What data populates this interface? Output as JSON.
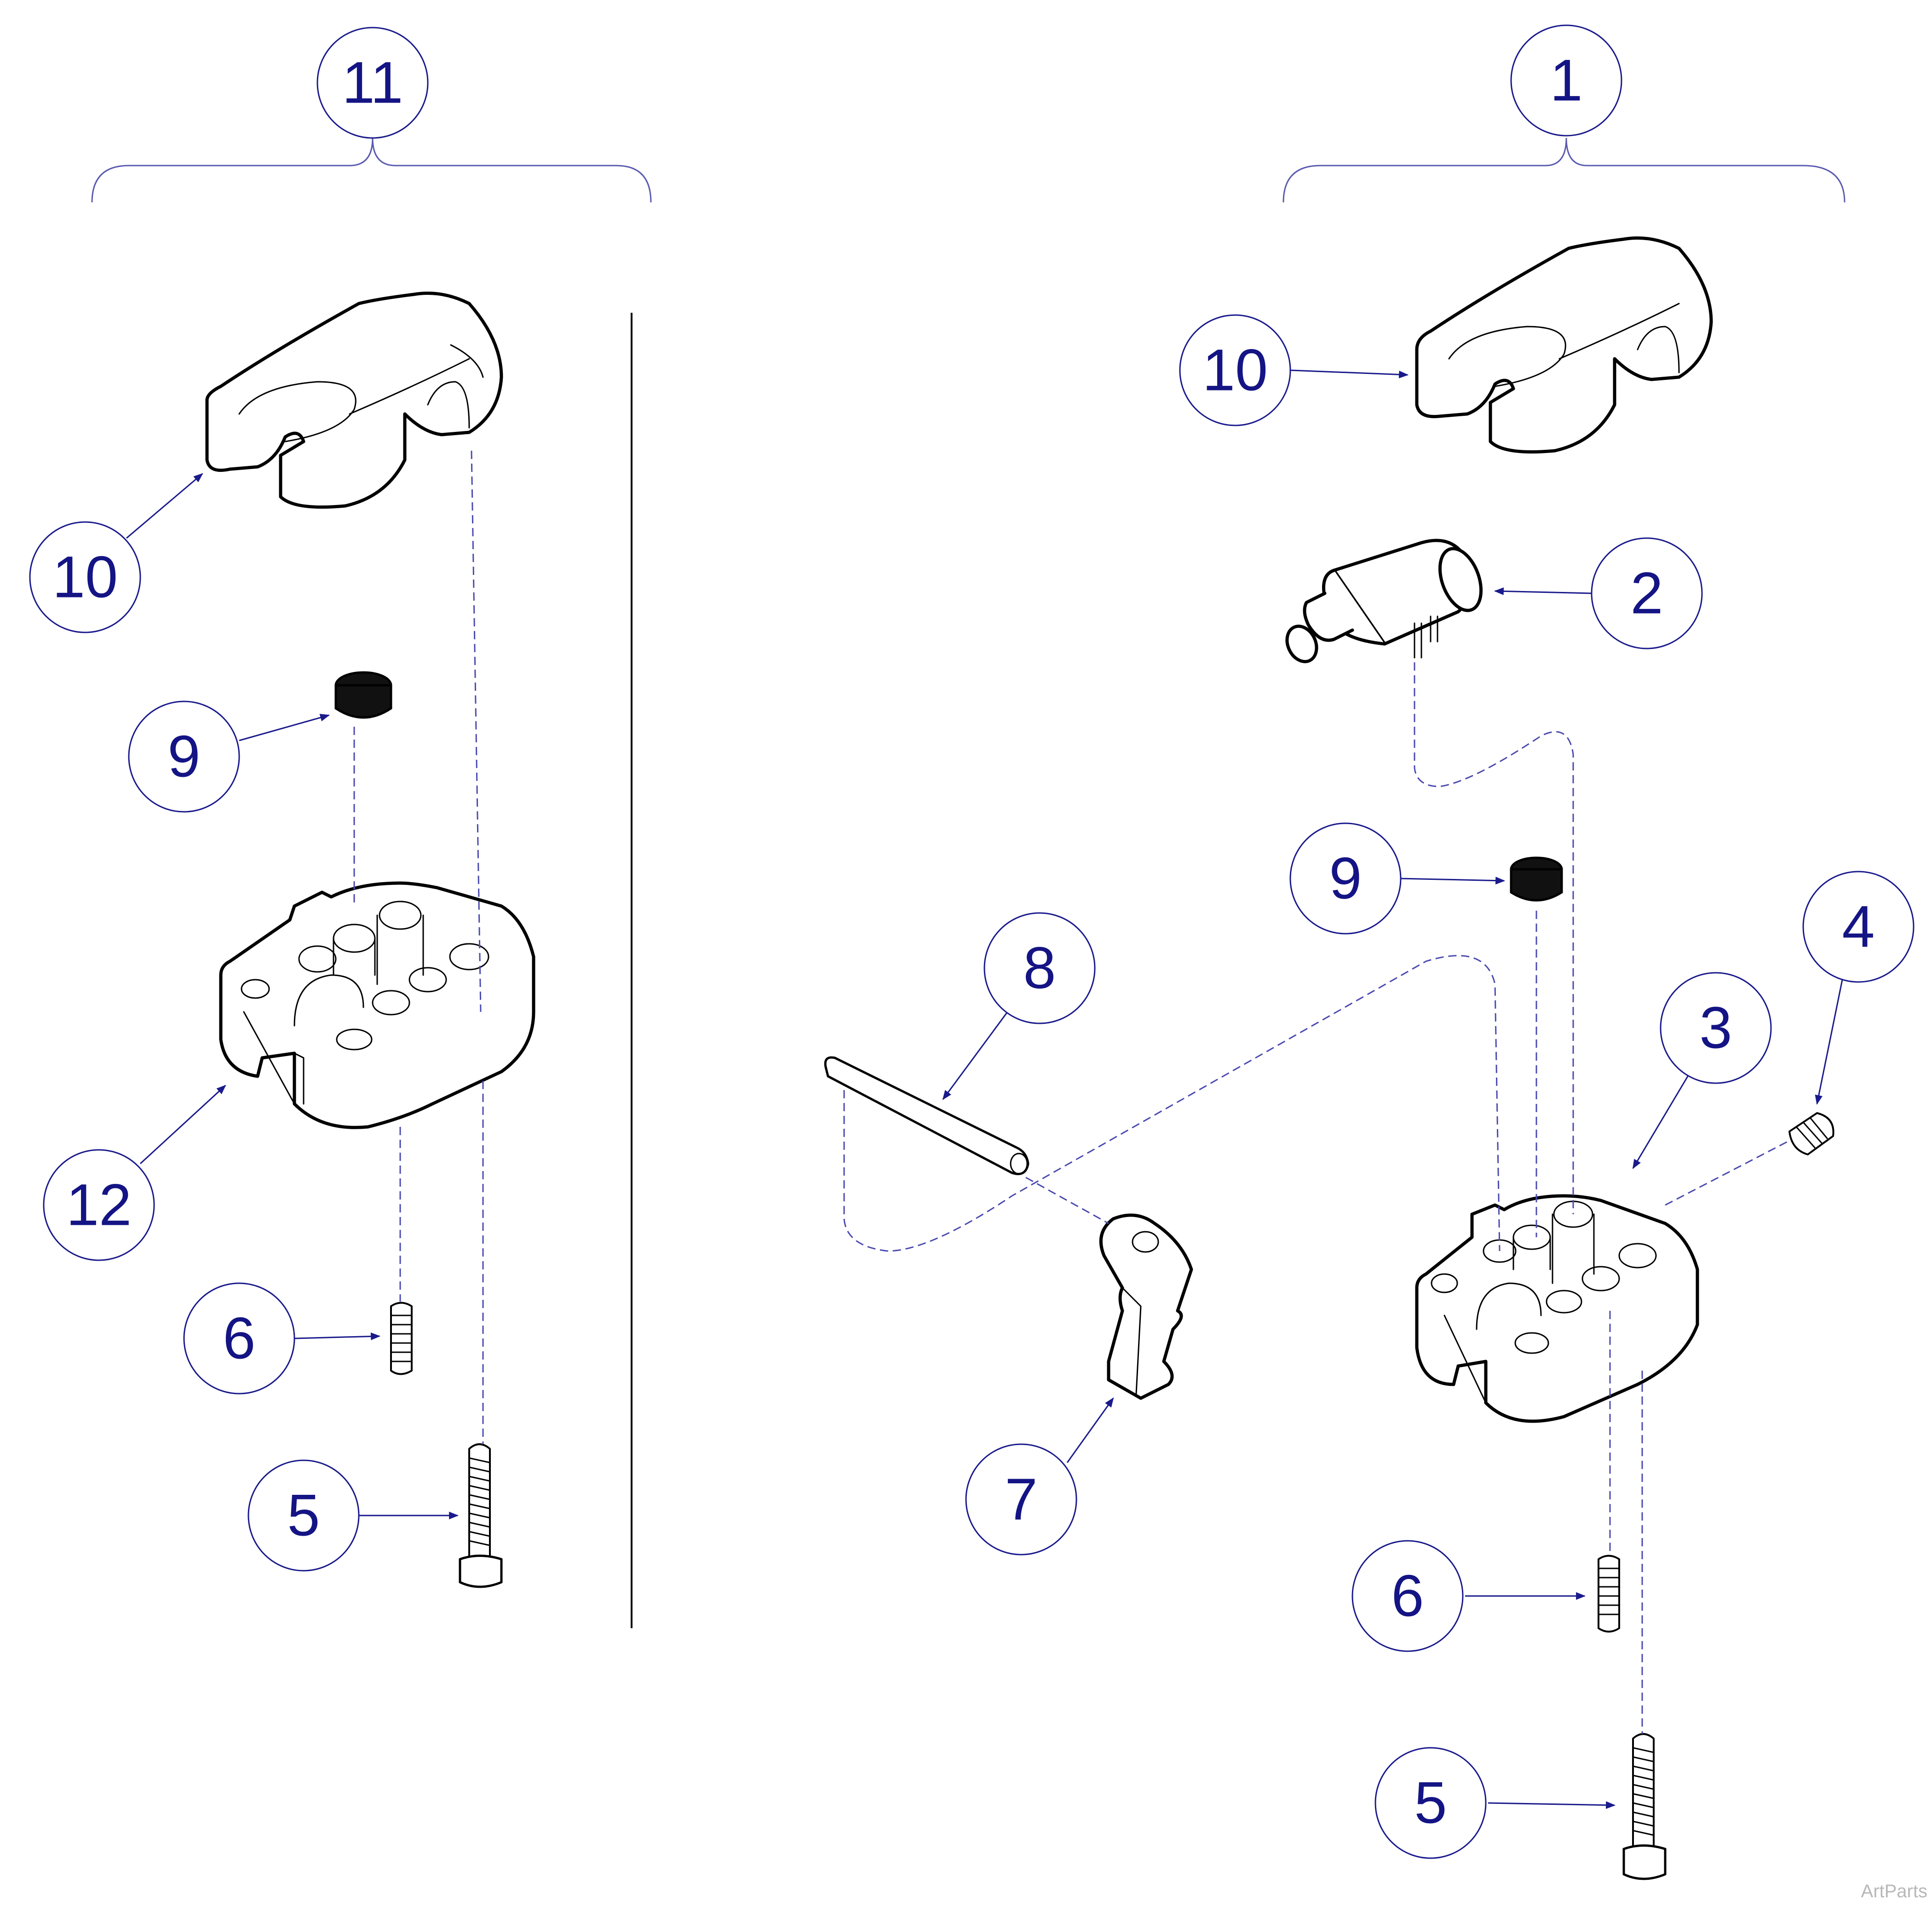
{
  "callouts": {
    "group_left": "11",
    "group_right": "1",
    "left_10": "10",
    "left_9": "9",
    "left_12": "12",
    "left_6": "6",
    "left_5": "5",
    "right_10": "10",
    "right_2": "2",
    "right_9": "9",
    "right_8": "8",
    "right_4": "4",
    "right_3": "3",
    "right_7": "7",
    "right_6": "6",
    "right_5": "5"
  },
  "watermark": "ArtParts",
  "colors": {
    "callout": "#141485",
    "leader": "#1a1a8c",
    "dashed": "#4a4ab0",
    "outline": "#000000"
  }
}
